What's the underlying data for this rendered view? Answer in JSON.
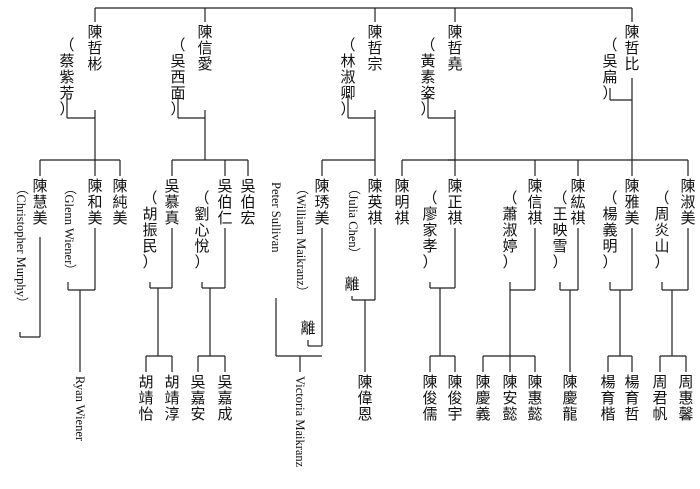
{
  "generation1": {
    "zhebin": {
      "name": "陳哲彬",
      "spouse": "（蔡紫芳）"
    },
    "xinai": {
      "name": "陳信愛",
      "spouse": "（吳西面）"
    },
    "zhezong": {
      "name": "陳哲宗",
      "spouse": "（林淑卿）"
    },
    "zheyao": {
      "name": "陳哲堯",
      "spouse": "（黃素姿）"
    },
    "zhebi": {
      "name": "陳哲比",
      "spouse": "（吳扁）"
    }
  },
  "generation2": {
    "huimei": {
      "name": "陳慧美",
      "spouse": "（Christopher Murphy）"
    },
    "hemei": {
      "name": "陳和美",
      "spouse": "（Glenn Wiener）"
    },
    "chunmei": {
      "name": "陳純美"
    },
    "muzhen": {
      "name": "吳慕真",
      "spouse": "（胡振民）"
    },
    "boren": {
      "name": "吳伯仁",
      "spouse": "（劉心悅）"
    },
    "bohong": {
      "name": "吳伯宏"
    },
    "xiumei": {
      "name": "陳琇美",
      "spouse": "（William Maikranz）",
      "spouse2": "Peter Sullivan",
      "note": "離"
    },
    "yingqi": {
      "name": "陳英祺",
      "spouse": "（Julia Chen）",
      "note": "離"
    },
    "mingqi": {
      "name": "陳明祺"
    },
    "zhengqi": {
      "name": "陳正祺",
      "spouse": "（廖家孝）"
    },
    "xinqi": {
      "name": "陳信祺",
      "spouse": "（蕭淑婷）"
    },
    "hongqi": {
      "name": "陳紘祺",
      "spouse": "（王映雪）"
    },
    "yamei": {
      "name": "陳雅美",
      "spouse": "（楊義明）"
    },
    "shumei": {
      "name": "陳淑美",
      "spouse": "（周炎山）"
    }
  },
  "generation3": {
    "ryan": "Ryan Wiener",
    "jingyi": "胡靖怡",
    "jingchun": "胡靖淳",
    "jiaan": "吳嘉安",
    "jiacheng": "吳嘉成",
    "victoria": "Victoria Maikranz",
    "weien": "陳偉恩",
    "junru": "陳俊儒",
    "junyu": "陳俊宇",
    "qingyi": "陳慶義",
    "anyi": "陳安懿",
    "huiyi": "陳惠懿",
    "qinglong": "陳慶龍",
    "yukai": "楊育楷",
    "yuzhe": "楊育哲",
    "junfan": "周君帆",
    "huixin": "周惠馨"
  }
}
